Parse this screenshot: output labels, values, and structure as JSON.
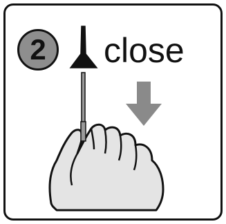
{
  "step": {
    "number": "2",
    "action": "close"
  },
  "colors": {
    "badge_fill": "#8e8e8e",
    "arrow_fill": "#8a8a8a",
    "hand_fill": "#e4e4e4",
    "stroke": "#111111"
  },
  "icons": [
    "step-number-badge",
    "tip-cap-icon",
    "down-arrow-icon",
    "hand-icon"
  ]
}
